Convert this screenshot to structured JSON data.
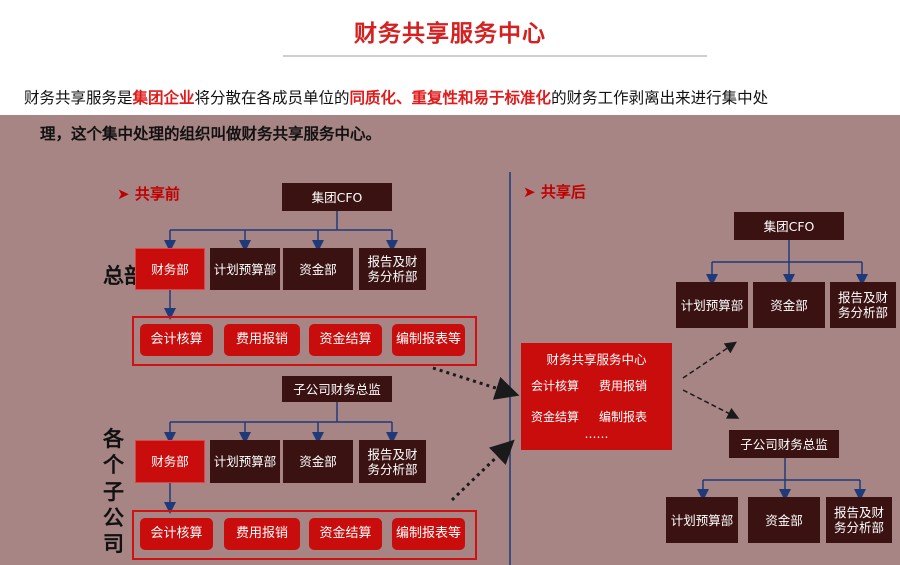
{
  "title": "财务共享服务中心",
  "intro": {
    "prefix": "财务共享服务是",
    "hl1": "集团企业",
    "mid1": "将分散在各成员单位的",
    "hl2": "同质化、重复性和易于标准化",
    "mid2": "的财务工作剥离出来进行集中处",
    "line2": "理，这个集中处理的组织叫做财务共享服务中心。"
  },
  "before": {
    "label": "共享前",
    "hq_label": "总部",
    "subs_label": "各个子公司",
    "cfo": "集团CFO",
    "hq_depts": [
      "财务部",
      "计划预算部",
      "资金部",
      "报告及财务分析部"
    ],
    "hq_tasks": [
      "会计核算",
      "费用报销",
      "资金结算",
      "编制报表等"
    ],
    "sub_head": "子公司财务总监",
    "sub_depts": [
      "财务部",
      "计划预算部",
      "资金部",
      "报告及财务分析部"
    ],
    "sub_tasks": [
      "会计核算",
      "费用报销",
      "资金结算",
      "编制报表等"
    ]
  },
  "after": {
    "label": "共享后",
    "cfo": "集团CFO",
    "hq_depts": [
      "计划预算部",
      "资金部",
      "报告及财务分析部"
    ],
    "center": {
      "title": "财务共享服务中心",
      "items": [
        "会计核算",
        "费用报销",
        "资金结算",
        "编制报表"
      ],
      "more": "……"
    },
    "sub_head": "子公司财务总监",
    "sub_depts": [
      "计划预算部",
      "资金部",
      "报告及财务分析部"
    ]
  },
  "colors": {
    "accent_red": "#c90d0d",
    "dark_box": "#3a1212",
    "background": "#a78585"
  }
}
